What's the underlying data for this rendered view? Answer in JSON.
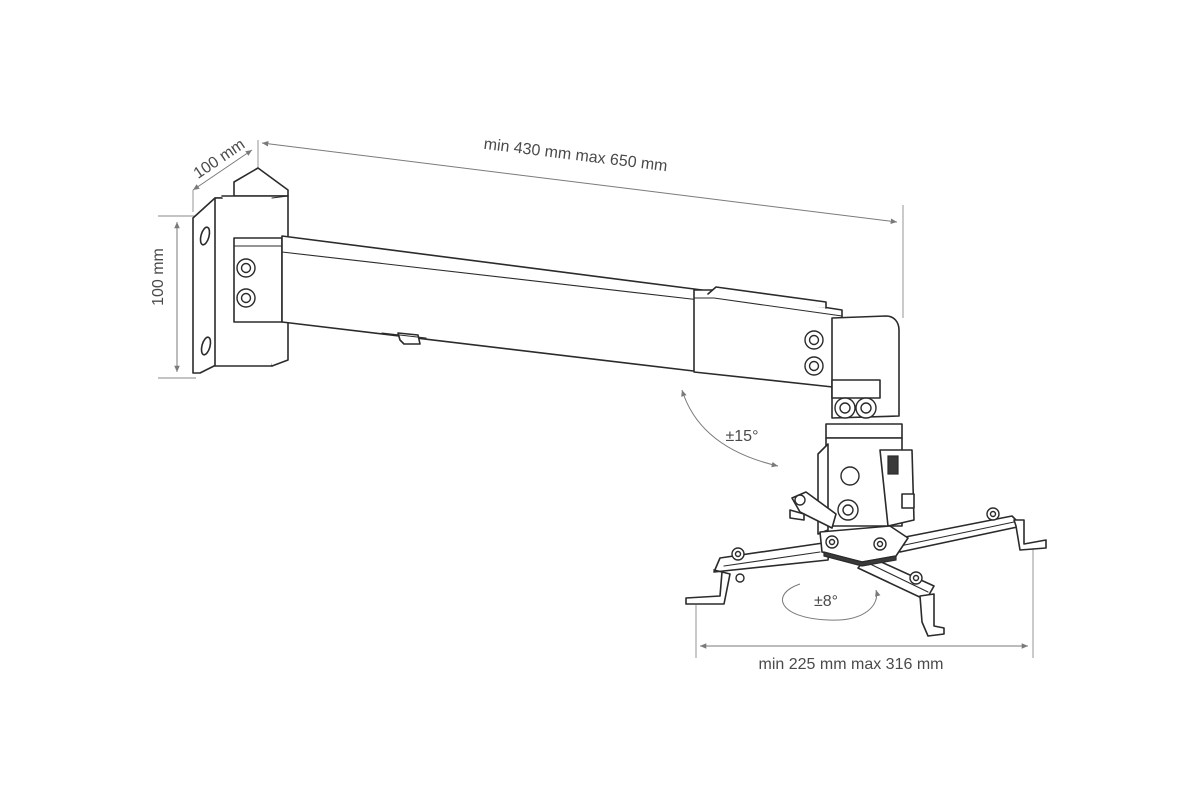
{
  "dimensions": {
    "wall_plate_depth": "100 mm",
    "wall_plate_height": "100 mm",
    "arm_length": "min 430 mm  max 650 mm",
    "tilt_angle": "±15°",
    "swivel_angle": "±8°",
    "bracket_width": "min 225 mm max 316 mm"
  },
  "colors": {
    "line": "#2b2b2b",
    "dimension": "#7a7a7a",
    "text": "#4a4a4a",
    "background": "#ffffff"
  }
}
